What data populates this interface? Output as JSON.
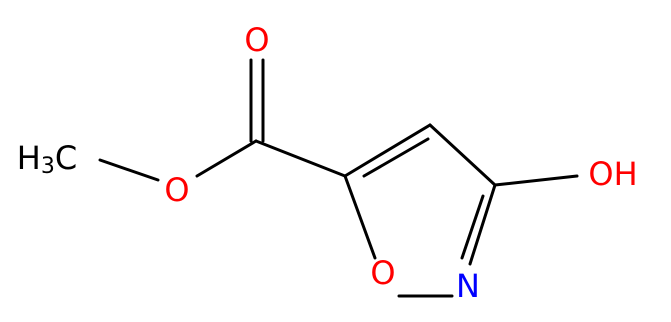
{
  "molecule": {
    "labels": {
      "methyl": "H",
      "methyl_sub": "3",
      "methyl_c": "C",
      "ester_o": "O",
      "carbonyl_o": "O",
      "hydroxyl": "OH",
      "ring_o": "O",
      "ring_n": "N"
    },
    "colors": {
      "carbon": "#000000",
      "oxygen": "#ff0000",
      "nitrogen": "#0000ff"
    }
  }
}
